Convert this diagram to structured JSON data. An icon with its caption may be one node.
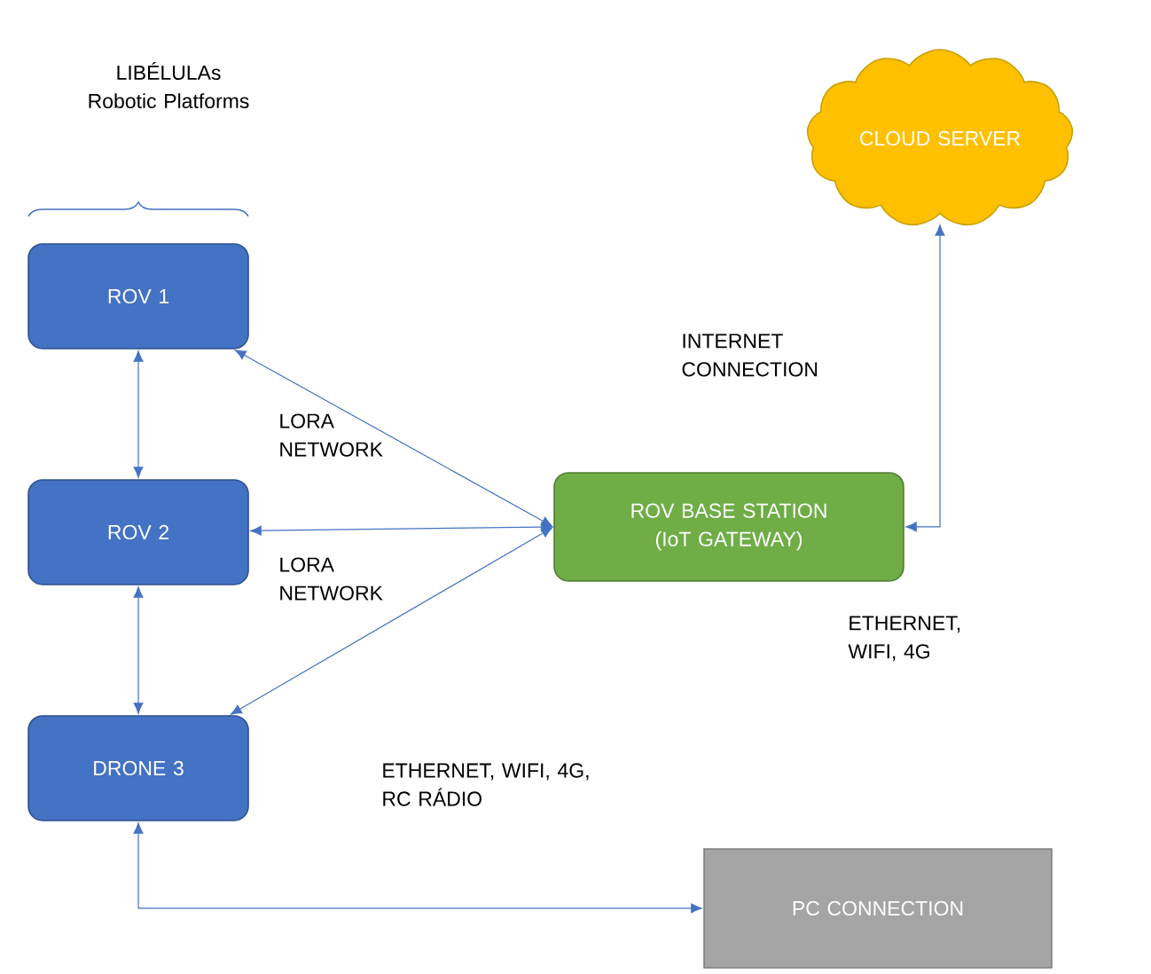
{
  "diagram": {
    "nodes": [
      {
        "text": [
          "ROV 1"
        ]
      },
      {
        "text": [
          "ROV 2"
        ]
      },
      {
        "text": [
          "DRONE 3"
        ]
      },
      {
        "text": [
          "ROV BASE STATION (IoT GATEWAY)"
        ]
      },
      {
        "text": [
          "CLOUD SERVER"
        ]
      },
      {
        "text": [
          "PC CONNECTION"
        ]
      }
    ],
    "edges": [
      {
        "from": 0,
        "to": 1,
        "arrow": "both"
      },
      {
        "from": 1,
        "to": 2,
        "arrow": "both"
      },
      {
        "from": 3,
        "to": 0,
        "arrow": "both"
      },
      {
        "from": 3,
        "to": 1,
        "arrow": "both"
      },
      {
        "from": 3,
        "to": 2,
        "arrow": "both"
      },
      {
        "from": 3,
        "to": 4,
        "arrow": "both"
      },
      {
        "from": 2,
        "to": 5,
        "arrow": "both"
      }
    ],
    "labels": [
      "LIBÉLULAs Robotic Platforms",
      "LORA NETWORK",
      "LORA NETWORK",
      "INTERNET CONNECTION",
      "ETHERNET, WIFI, 4G",
      "ETHERNET, WIFI, 4G, RC RÁDIO"
    ]
  }
}
